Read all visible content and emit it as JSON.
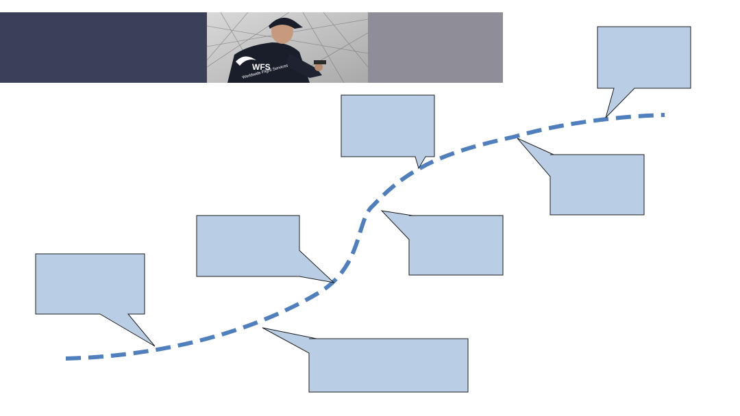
{
  "banner": {
    "left_color": "#3a4058",
    "right_color": "#8e8d98",
    "photo_logo_text": "WFS",
    "photo_tagline": "Worldwide Flight Services"
  },
  "curve": {
    "color": "#4f7fbd",
    "style": "dashed"
  },
  "callouts": [
    {
      "id": "callout-1",
      "text": ""
    },
    {
      "id": "callout-2",
      "text": ""
    },
    {
      "id": "callout-3",
      "text": ""
    },
    {
      "id": "callout-4",
      "text": ""
    },
    {
      "id": "callout-5",
      "text": ""
    },
    {
      "id": "callout-6",
      "text": ""
    },
    {
      "id": "callout-7",
      "text": ""
    }
  ],
  "callout_style": {
    "fill": "#b9cde5",
    "stroke": "#1a1a1a"
  }
}
